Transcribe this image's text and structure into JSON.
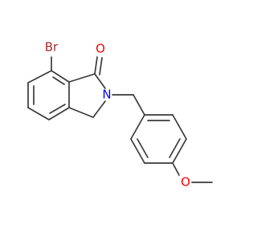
{
  "molecule": {
    "atoms": {
      "bromine": "Br",
      "carbonyl_oxygen": "O",
      "nitrogen": "N",
      "methoxy_oxygen": "O"
    },
    "colors": {
      "bond": "#3a3a3a",
      "bromine": "#a52a2a",
      "oxygen": "#ff0000",
      "nitrogen": "#0000ff"
    }
  }
}
